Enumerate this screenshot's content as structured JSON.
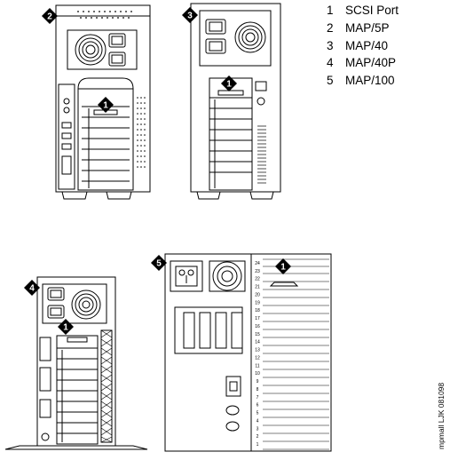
{
  "legend": [
    {
      "num": "1",
      "label": "SCSI Port"
    },
    {
      "num": "2",
      "label": "MAP/5P"
    },
    {
      "num": "3",
      "label": "MAP/40"
    },
    {
      "num": "4",
      "label": "MAP/40P"
    },
    {
      "num": "5",
      "label": "MAP/100"
    }
  ],
  "markers": {
    "m2": "2",
    "m3": "3",
    "m4": "4",
    "m5": "5",
    "s2": "1",
    "s3": "1",
    "s4": "1",
    "s5": "1"
  },
  "slot_numbers": [
    "24",
    "23",
    "22",
    "21",
    "20",
    "19",
    "18",
    "17",
    "16",
    "15",
    "14",
    "13",
    "12",
    "11",
    "10",
    "9",
    "8",
    "7",
    "6",
    "5",
    "4",
    "3",
    "2",
    "1"
  ],
  "figure_id": "mpmall LJK 081098"
}
